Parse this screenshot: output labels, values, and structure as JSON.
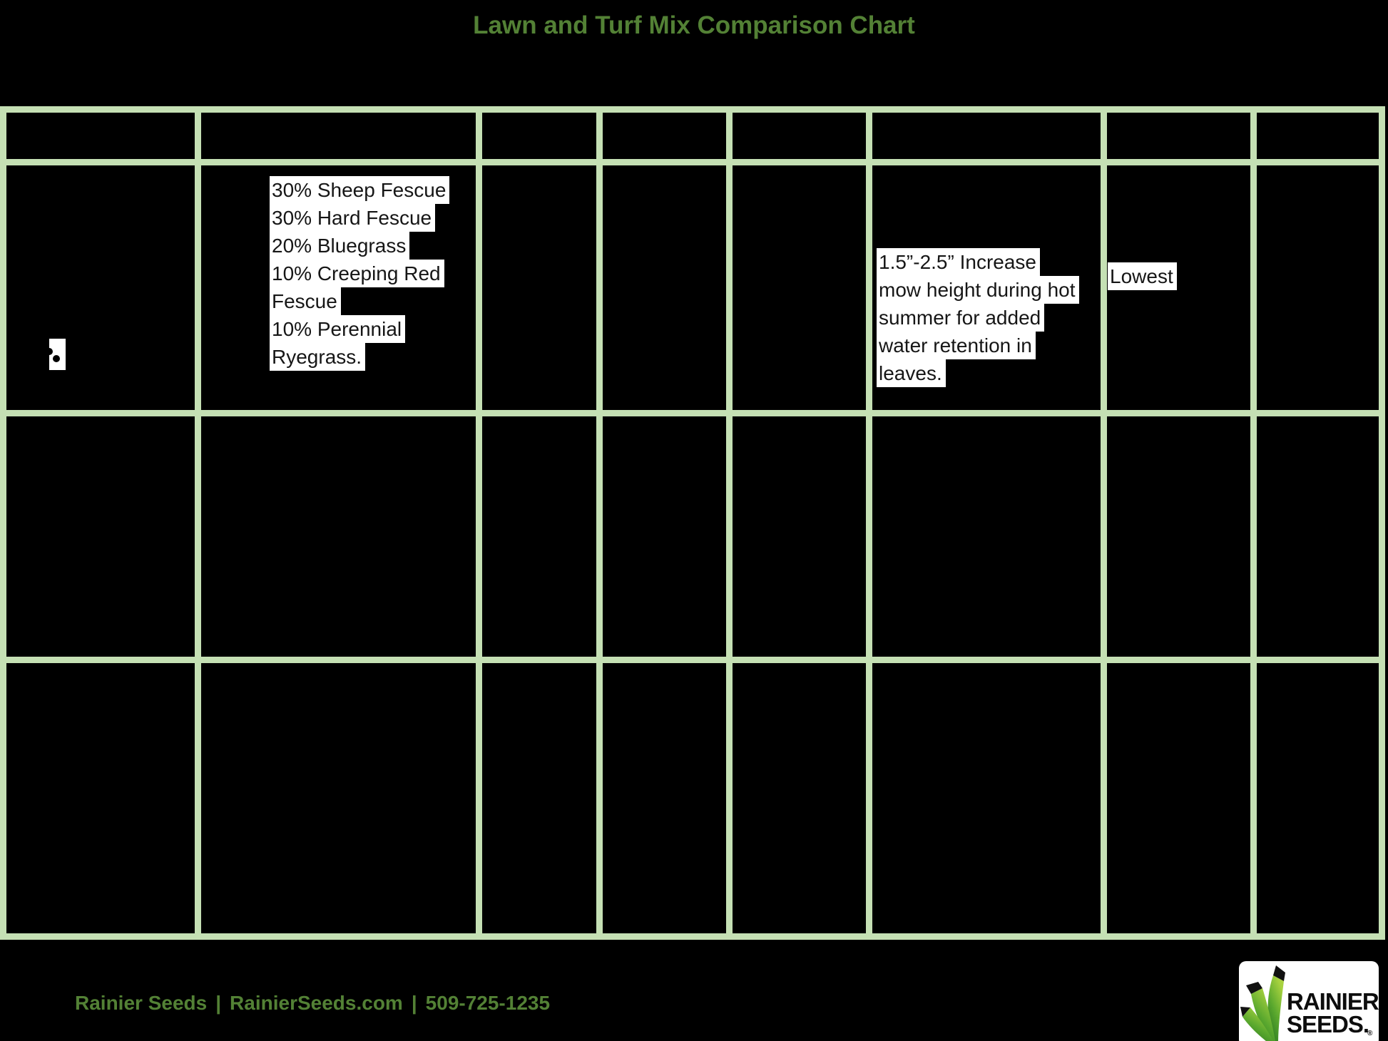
{
  "page": {
    "title": "Lawn and Turf Mix Comparison Chart"
  },
  "colors": {
    "background": "#000000",
    "table_border": "#c5e0b4",
    "accent_green": "#538135",
    "highlight": "#ffffff",
    "text": "#161616"
  },
  "table": {
    "columns": 8,
    "rows": 4,
    "mix_lines": [
      "30% Sheep Fescue",
      "30% Hard Fescue",
      "20% Bluegrass",
      "10% Creeping Red",
      "Fescue",
      "10% Perennial",
      "Ryegrass."
    ],
    "mow_lines": [
      "1.5”-2.5” Increase",
      "mow height during hot",
      "summer for added",
      "water retention in",
      "leaves."
    ],
    "lowest_label": "Lowest"
  },
  "footer": {
    "brand": "Rainier Seeds",
    "separator": "|",
    "website": "RainierSeeds.com",
    "phone": "509-725-1235"
  },
  "logo": {
    "line1": "RAINIER",
    "line2": "SEEDS.",
    "registered": "®"
  }
}
